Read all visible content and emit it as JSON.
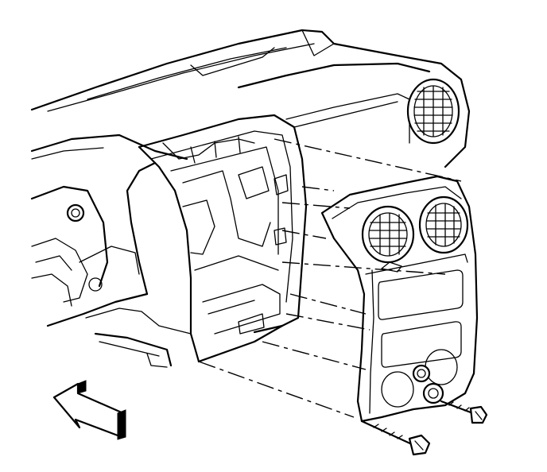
{
  "figure": {
    "subject": "instrument-panel-trim-bezel-removal",
    "colors": {
      "line": "#000000",
      "background": "#ffffff"
    },
    "icons": [
      "direction-arrow-icon",
      "bolt-icon",
      "air-vent-icon",
      "gauge-opening-icon"
    ],
    "bolt_count": 2,
    "vent_count": 3
  }
}
